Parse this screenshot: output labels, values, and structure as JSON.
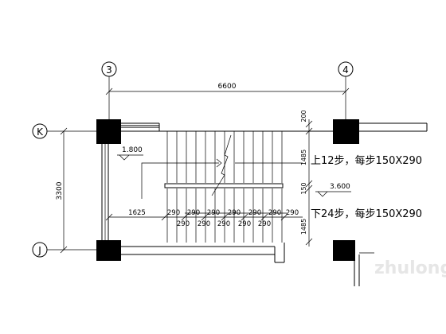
{
  "grid": {
    "axis_3": "3",
    "axis_4": "4",
    "axis_K": "K",
    "axis_J": "J"
  },
  "dimensions": {
    "span": "6600",
    "depth": "3300",
    "top_offset": "200",
    "upper_flight": "1485",
    "landing_gap": "150",
    "lower_flight": "1485",
    "landing_width": "1625",
    "tread_row_a": [
      "290",
      "290",
      "290",
      "290",
      "290",
      "290"
    ],
    "tread_row_b": [
      "290",
      "290",
      "290",
      "290",
      "290"
    ],
    "end_290": "290"
  },
  "levels": {
    "upper": "1.800",
    "middle": "3.600"
  },
  "notes": {
    "up": "上12步，每步150X290",
    "down": "下24步，每步150X290"
  },
  "watermark": "zhulong"
}
